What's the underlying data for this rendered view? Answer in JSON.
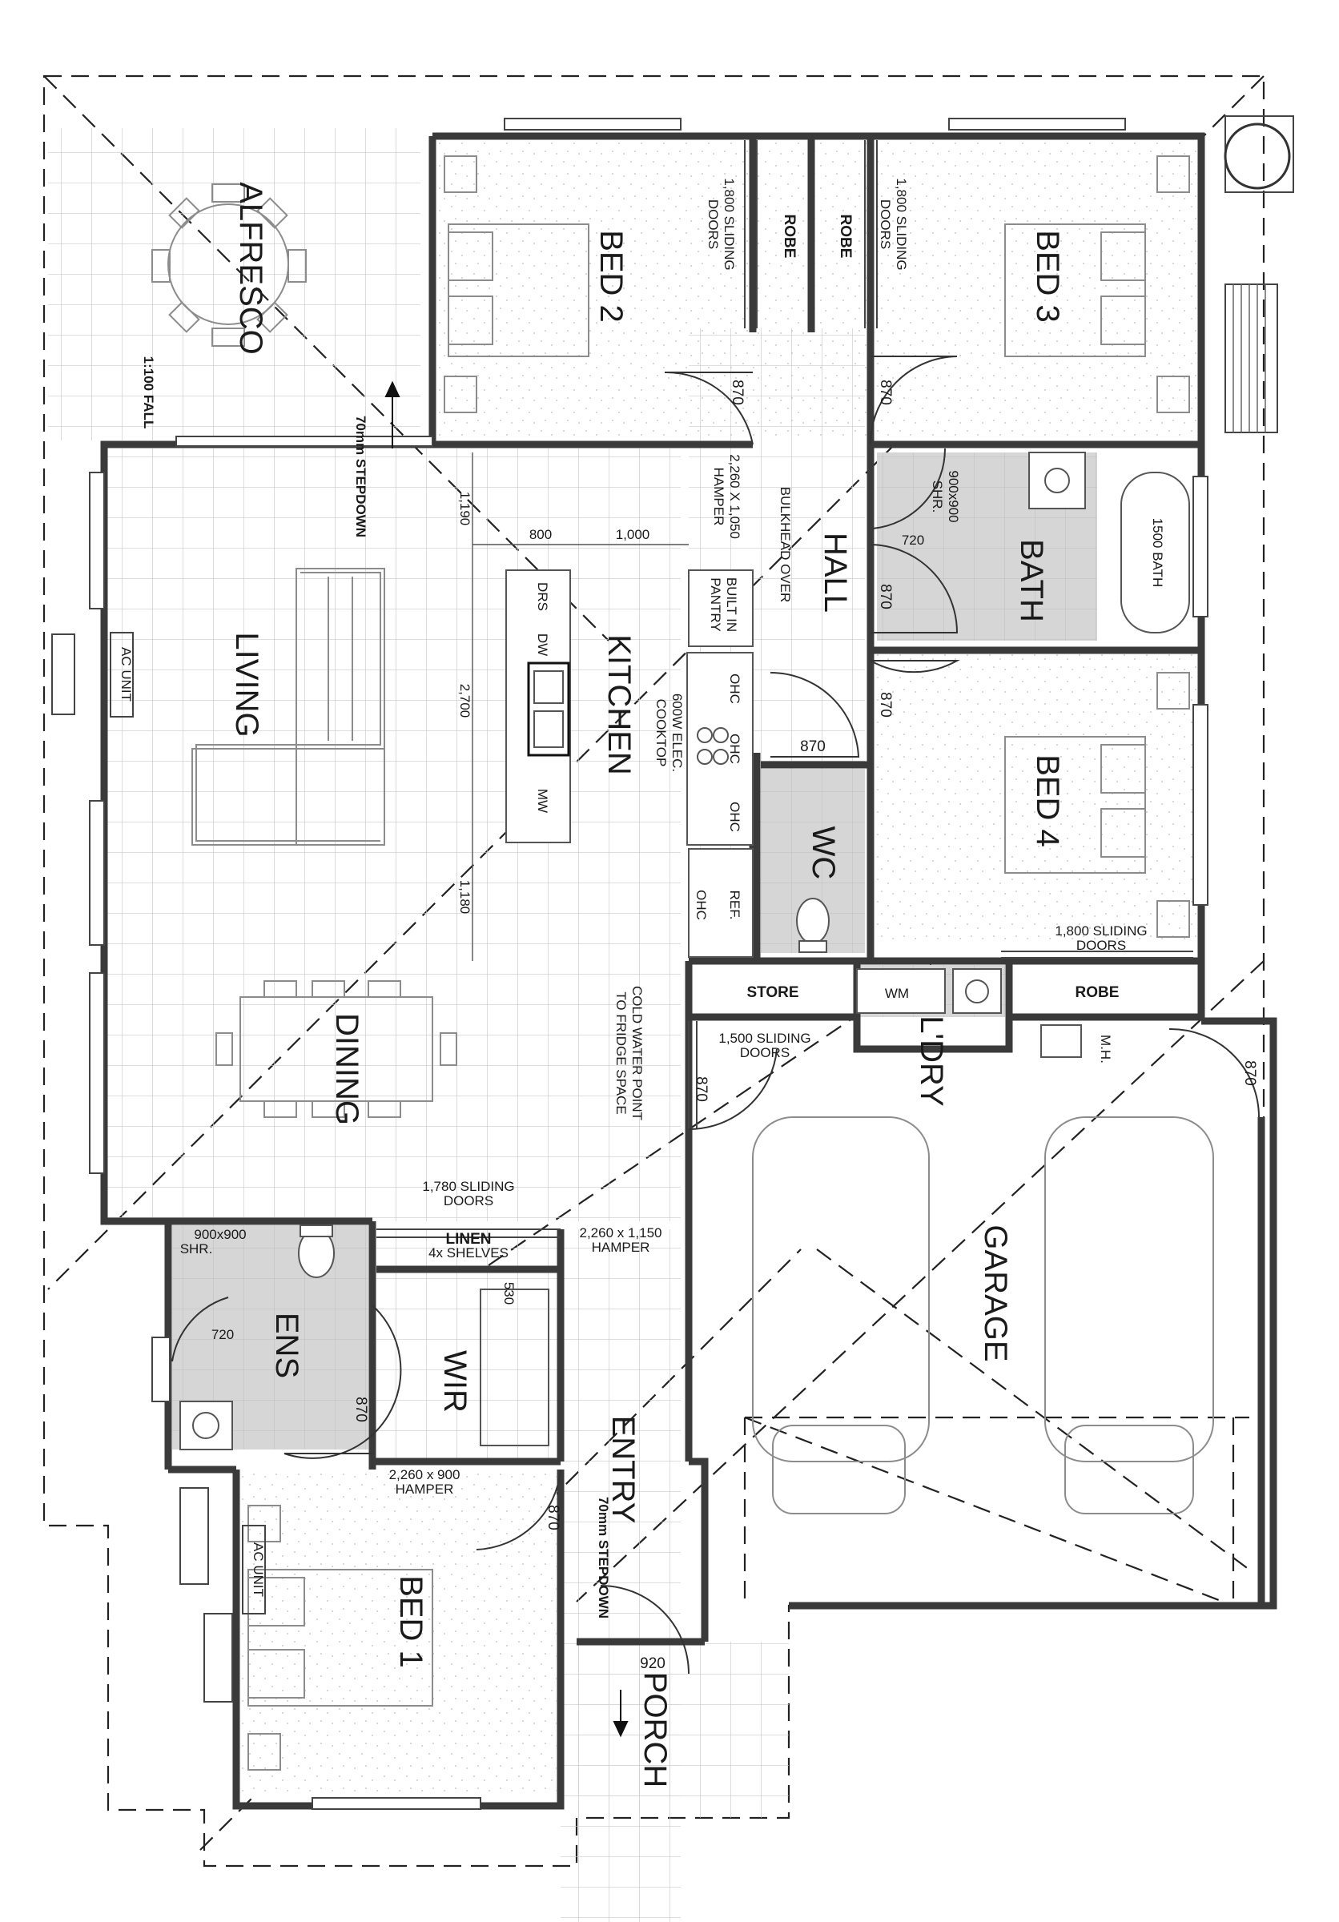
{
  "rooms": {
    "alfresco": "ALFRESCO",
    "bed2": "BED 2",
    "bed3": "BED 3",
    "bed4": "BED 4",
    "bed1": "BED 1",
    "robe_left": "ROBE",
    "robe_right": "ROBE",
    "robe_bed4": "ROBE",
    "hall": "HALL",
    "bath": "BATH",
    "living": "LIVING",
    "kitchen": "KITCHEN",
    "dining": "DINING",
    "wc": "WC",
    "store": "STORE",
    "laundry": "L'DRY",
    "garage": "GARAGE",
    "ens": "ENS",
    "wir": "WIR",
    "entry": "ENTRY",
    "porch": "PORCH",
    "linen": "LINEN"
  },
  "annotations": {
    "fall": "1:100 FALL",
    "stepdown_alfresco": "70mm STEPDOWN",
    "stepdown_entry": "70mm STEPDOWN",
    "sliding_bed2_line1": "1,800 SLIDING",
    "sliding_bed2_line2": "DOORS",
    "sliding_bed3_line1": "1,800 SLIDING",
    "sliding_bed3_line2": "DOORS",
    "sliding_bed4_line1": "1,800 SLIDING",
    "sliding_bed4_line2": "DOORS",
    "sliding_store_line1": "1,500 SLIDING",
    "sliding_store_line2": "DOORS",
    "sliding_linen_line1": "1,780 SLIDING",
    "sliding_linen_line2": "DOORS",
    "hamper_hall_line1": "2,260 X 1,050",
    "hamper_hall_line2": "HAMPER",
    "hamper_linen_line1": "2,260 x 1,150",
    "hamper_linen_line2": "HAMPER",
    "hamper_bed1_line1": "2,260 x 900",
    "hamper_bed1_line2": "HAMPER",
    "bulkhead": "BULKHEAD OVER",
    "pantry_line1": "BUILT IN",
    "pantry_line2": "PANTRY",
    "cooktop_line1": "600W ELEC.",
    "cooktop_line2": "COOKTOP",
    "cold_water_line1": "COLD WATER POINT",
    "cold_water_line2": "TO FRIDGE SPACE",
    "shr_bath_line1": "900x900",
    "shr_bath_line2": "SHR.",
    "shr_ens_line1": "900x900",
    "shr_ens_line2": "SHR.",
    "bath_tub": "1500 BATH",
    "ac_unit_living": "AC UNIT",
    "ac_unit_bed1": "AC UNIT",
    "wm": "WM",
    "mh": "M.H.",
    "linen_shelves": "4x SHELVES",
    "drs": "DRS",
    "dw": "DW",
    "mw": "MW",
    "ohc1": "OHC",
    "ohc2": "OHC",
    "ohc3": "OHC",
    "ohc4": "OHC",
    "ref": "REF."
  },
  "dimensions": {
    "door_bed2": "870",
    "door_bed3": "870",
    "door_bath": "870",
    "door_bed4": "870",
    "door_wc": "870",
    "door_store": "870",
    "door_garage": "870",
    "door_ens": "870",
    "door_bed1": "870",
    "entry_door": "920",
    "shower_bath": "720",
    "shower_ens": "720",
    "bench_800": "800",
    "bench_1000": "1,000",
    "k_1190": "1,190",
    "k_2700": "2,700",
    "k_1180": "1,180",
    "wir_530": "530"
  },
  "colors": {
    "wall": "#3a3a3a",
    "wet_area": "#d6d6d6",
    "line": "#222222"
  }
}
